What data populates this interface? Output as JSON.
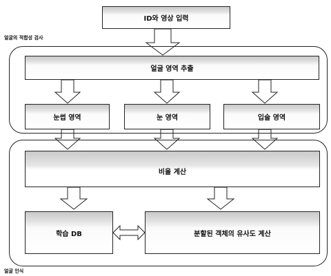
{
  "diagram": {
    "nodes": {
      "input": "ID와 영상 입력",
      "extract": "얼굴 영역 추출",
      "eyebrow": "눈썹 영역",
      "eye": "눈 영역",
      "lips": "입술 영역",
      "ratio": "비율 계산",
      "learn_db": "학습 DB",
      "similarity": "분할된 객체의 유사도 계산"
    },
    "groups": {
      "check": "얼굴의 적합성 검사",
      "recognition": "얼굴 인식"
    },
    "edges": [
      {
        "from": "input",
        "to": "extract",
        "style": "block-arrow"
      },
      {
        "from": "extract",
        "to": "eyebrow",
        "style": "block-arrow"
      },
      {
        "from": "extract",
        "to": "eye",
        "style": "block-arrow"
      },
      {
        "from": "extract",
        "to": "lips",
        "style": "block-arrow"
      },
      {
        "from": "eyebrow",
        "to": "ratio",
        "style": "block-arrow"
      },
      {
        "from": "eye",
        "to": "ratio",
        "style": "block-arrow"
      },
      {
        "from": "lips",
        "to": "ratio",
        "style": "block-arrow"
      },
      {
        "from": "ratio",
        "to": "learn_db",
        "style": "block-arrow"
      },
      {
        "from": "ratio",
        "to": "similarity",
        "style": "block-arrow"
      },
      {
        "from": "learn_db",
        "to": "similarity",
        "style": "double-block-arrow"
      }
    ]
  }
}
